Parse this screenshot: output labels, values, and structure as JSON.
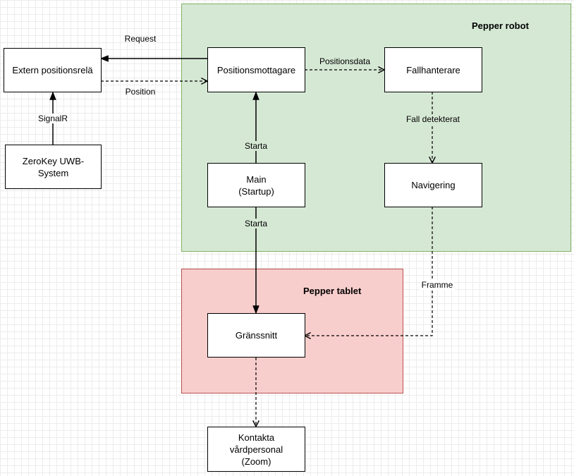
{
  "containers": {
    "robot": {
      "title": "Pepper robot",
      "fill": "#d5e8d4",
      "stroke": "#82b366"
    },
    "tablet": {
      "title": "Pepper tablet",
      "fill": "#f8cecc",
      "stroke": "#b85450"
    }
  },
  "nodes": {
    "extern": "Extern positionsrelä",
    "zerokey": "ZeroKey UWB-\nSystem",
    "positionsmottagare": "Positionsmottagare",
    "fallhanterare": "Fallhanterare",
    "main": "Main\n(Startup)",
    "navigering": "Navigering",
    "granssnitt": "Gränssnitt",
    "kontakta": "Kontakta\nvårdpersonal\n(Zoom)"
  },
  "edges": {
    "request": "Request",
    "position": "Position",
    "signalr": "SignalR",
    "positionsdata": "Positionsdata",
    "fall_detekterat": "Fall detekterat",
    "starta_up": "Starta",
    "starta_down": "Starta",
    "framme": "Framme"
  }
}
